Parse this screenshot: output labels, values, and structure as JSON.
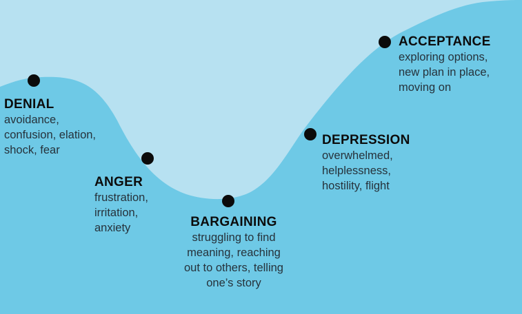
{
  "stages": [
    {
      "id": "denial",
      "title": "DENIAL",
      "lines": [
        "avoidance,",
        "confusion, elation,",
        "shock, fear"
      ]
    },
    {
      "id": "anger",
      "title": "ANGER",
      "lines": [
        "frustration,",
        "irritation,",
        "anxiety"
      ]
    },
    {
      "id": "bargaining",
      "title": "BARGAINING",
      "lines": [
        "struggling to find",
        "meaning, reaching",
        "out to others, telling",
        "one’s story"
      ]
    },
    {
      "id": "depression",
      "title": "DEPRESSION",
      "lines": [
        "overwhelmed,",
        "helplessness,",
        "hostility, flight"
      ]
    },
    {
      "id": "acceptance",
      "title": "ACCEPTANCE",
      "lines": [
        "exploring options,",
        "new plan in place,",
        "moving on"
      ]
    }
  ],
  "colors": {
    "background": "#b7e1f1",
    "curve_fill": "#6ec9e6",
    "marker": "#0b0b0b"
  }
}
